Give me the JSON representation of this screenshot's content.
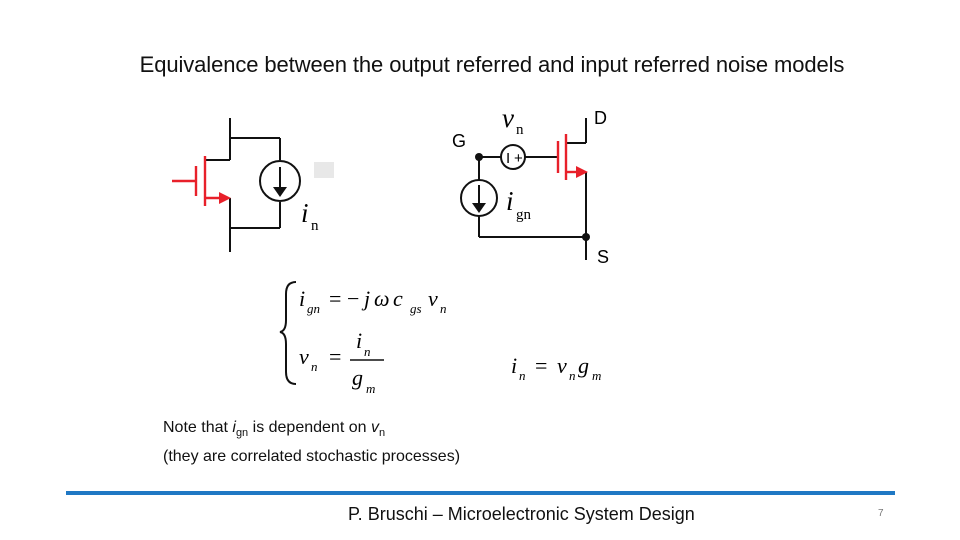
{
  "slide": {
    "title": "Equivalence between the output referred and input referred noise models",
    "page_number": "7",
    "footer": "P. Bruschi – Microelectronic System Design"
  },
  "left_model": {
    "current_label_main": "i",
    "current_label_sub": "n"
  },
  "right_model": {
    "gate_label": "G",
    "drain_label": "D",
    "source_label": "S",
    "voltage_label_main": "v",
    "voltage_label_sub": "n",
    "current_label_main": "i",
    "current_label_sub": "gn",
    "polarity_minus": "I",
    "polarity_plus": "+"
  },
  "equations": {
    "system": {
      "eq1": {
        "lhs_main": "i",
        "lhs_sub": "gn",
        "op": "=",
        "minus": "−",
        "j": "j",
        "omega": "ω",
        "c": "c",
        "c_sub": "gs",
        "v": "v",
        "v_sub": "n"
      },
      "eq2": {
        "lhs_main": "v",
        "lhs_sub": "n",
        "op": "=",
        "num_main": "i",
        "num_sub": "n",
        "den_main": "g",
        "den_sub": "m"
      }
    },
    "result": {
      "lhs_main": "i",
      "lhs_sub": "n",
      "op": "=",
      "v": "v",
      "v_sub": "n",
      "g": "g",
      "g_sub": "m"
    }
  },
  "note": {
    "line1_a": "Note that ",
    "line1_i": "i",
    "line1_i_sub": "gn",
    "line1_b": " is dependent on ",
    "line1_v": "v",
    "line1_v_sub": "n",
    "line2": "(they are correlated stochastic processes)"
  },
  "colors": {
    "gate_red": "#e8202a",
    "wire": "#111111",
    "footer_bar": "#1f78c4",
    "placeholder_gray": "#e8e8e8"
  }
}
